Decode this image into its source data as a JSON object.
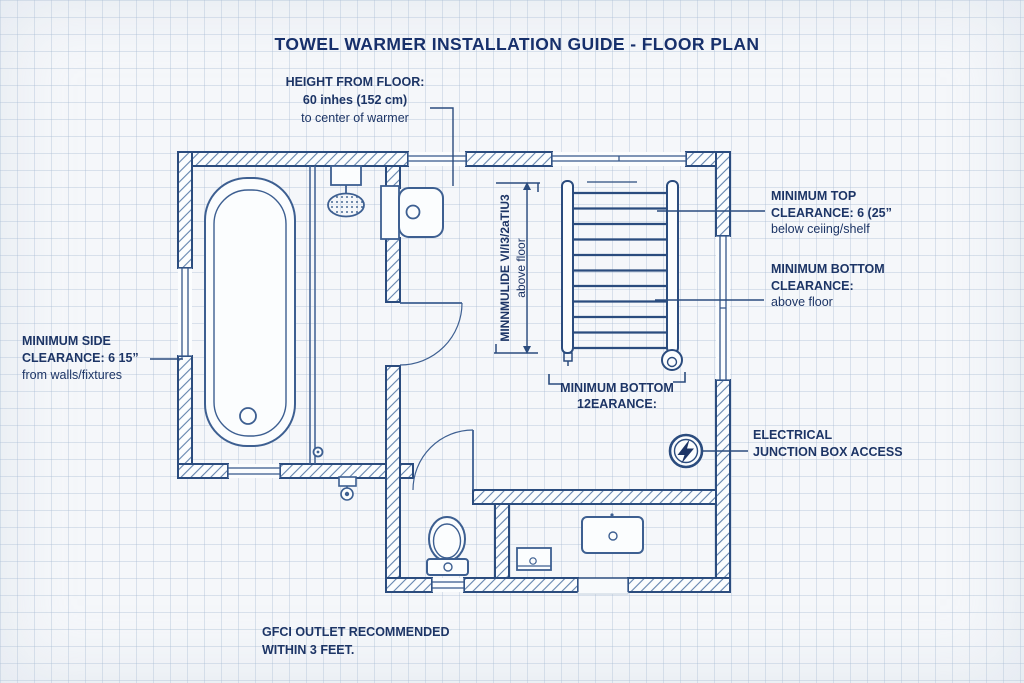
{
  "title": "TOWEL WARMER INSTALLATION GUIDE - FLOOR PLAN",
  "colors": {
    "ink": "#1d3566",
    "wall_outline": "#2b4c7e",
    "fixture_line": "#3d5f91",
    "hatch": "#6283ad",
    "paper": "#f5f7fa",
    "grid": "#a8bcd3"
  },
  "labels": {
    "height_from_floor": {
      "line1": "HEIGHT FROM FLOOR:",
      "line2": "60 inhes (152 cm)",
      "line3": "to center of warmer"
    },
    "minimum_top_clearance": {
      "line1": "MINIMUM TOP",
      "line2": "CLEARANCE: 6 (25”",
      "line3": "below ceiing/shelf"
    },
    "minimum_bottom_clearance_right": {
      "line1": "MINIMUM BOTTOM",
      "line2": "CLEARANCE:",
      "line3": "above floor"
    },
    "minimum_side_clearance": {
      "line1": "MINIMUM SIDE",
      "line2": "CLEARANCE: 6 15”",
      "line3": "from walls/fixtures"
    },
    "minimum_height_dimension": {
      "line1": "MINNMULIDE VI/I3/2aTIU3",
      "line2": "above floor"
    },
    "minimum_bottom_center": {
      "line1": "MINIMUM BOTTOM",
      "line2": "12EARANCE:"
    },
    "electrical_junction": {
      "line1": "ELECTRICAL",
      "line2": "JUNCTION BOX ACCESS"
    },
    "gfci_note": {
      "line1": "GFCI OUTLET RECOMMENDED",
      "line2": "WITHIN 3 FEET."
    }
  },
  "fixtures": {
    "bathtub": "bathtub",
    "shower_head": "shower-head",
    "glass_partition": "glass-partition",
    "wall_unit": "wall-mounted-unit",
    "towel_warmer": "towel-warmer-ladder",
    "toilet": "toilet",
    "sink": "vanity-sink",
    "accessory_box": "accessory-box",
    "junction_box": "electrical-junction-box",
    "floor_outlet": "floor-fixture"
  }
}
